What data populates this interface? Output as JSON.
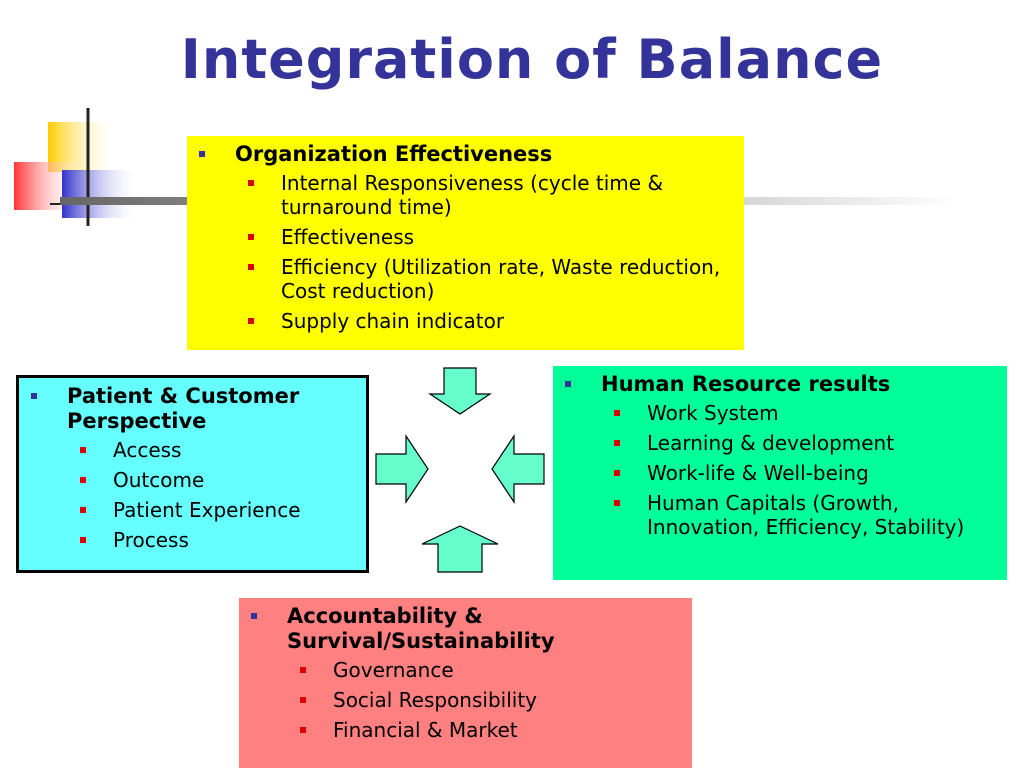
{
  "title": "Integration of Balance",
  "colors": {
    "title": "#333399",
    "organization_box": "#ffff00",
    "patient_box": "#66ffff",
    "hr_box": "#00ff99",
    "accountability_box": "#ff8080",
    "arrow_fill": "#66ffcc"
  },
  "organization": {
    "heading": "Organization Effectiveness",
    "items": [
      "Internal Responsiveness (cycle time & turnaround time)",
      "Effectiveness",
      "Efficiency (Utilization rate, Waste reduction, Cost reduction)",
      "Supply chain indicator"
    ]
  },
  "patient": {
    "heading": "Patient & Customer Perspective",
    "items": [
      "Access",
      "Outcome",
      "Patient Experience",
      "Process"
    ]
  },
  "hr": {
    "heading": "Human Resource results",
    "items": [
      "Work System",
      "Learning & development",
      "Work-life & Well-being",
      "Human Capitals (Growth, Innovation, Efficiency, Stability)"
    ]
  },
  "accountability": {
    "heading": "Accountability & Survival/Sustainability",
    "items": [
      "Governance",
      "Social Responsibility",
      "Financial & Market"
    ]
  },
  "arrows": [
    "arrow-down",
    "arrow-right",
    "arrow-left",
    "arrow-up"
  ]
}
